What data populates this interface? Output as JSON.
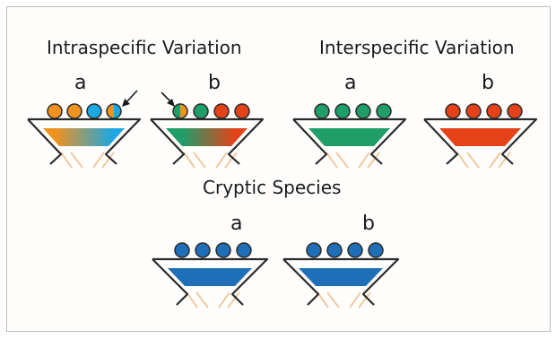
{
  "sections": {
    "intraspecific": {
      "title": "Intraspecific Variation",
      "label_a": "a",
      "label_b": "b"
    },
    "interspecific": {
      "title": "Interspecific Variation",
      "label_a": "a",
      "label_b": "b"
    },
    "cryptic": {
      "title": "Cryptic Species",
      "label_a": "a",
      "label_b": "b"
    }
  },
  "colors": {
    "orange": "#f0921e",
    "blue": "#1ea7e1",
    "green": "#1f9e6a",
    "red": "#e5421a",
    "dark_blue": "#1e6fb8",
    "outline": "#2a2a2a",
    "shadow": "#f2c9a0"
  }
}
